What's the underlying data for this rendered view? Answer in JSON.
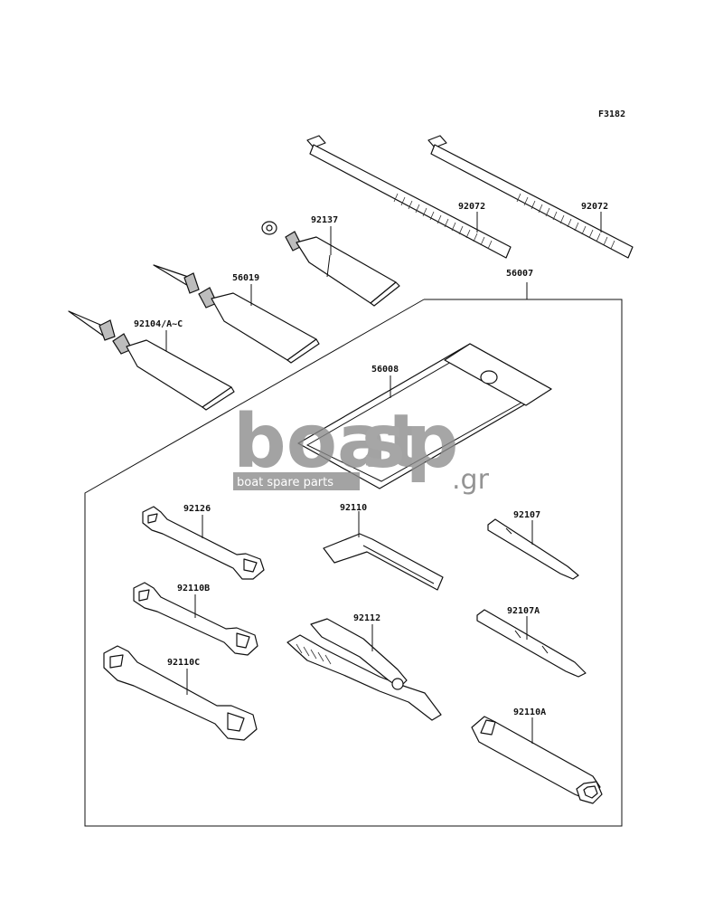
{
  "figure_code": "F3182",
  "parts": {
    "cable_tie_1": "92072",
    "cable_tie_2": "92072",
    "tube_92137": "92137",
    "tube_56019": "56019",
    "tube_92104": "92104/A~C",
    "kit_box": "56007",
    "tool_bag": "56008",
    "wrench_92126": "92126",
    "wrench_92110b": "92110B",
    "wrench_92110c": "92110C",
    "hex_key": "92110",
    "pliers": "92112",
    "driver_92107": "92107",
    "driver_92107a": "92107A",
    "box_wrench": "92110A"
  },
  "watermark": {
    "word1": "boat",
    "word2": "sp",
    "tld": ".gr",
    "tagline": "boat spare parts"
  }
}
